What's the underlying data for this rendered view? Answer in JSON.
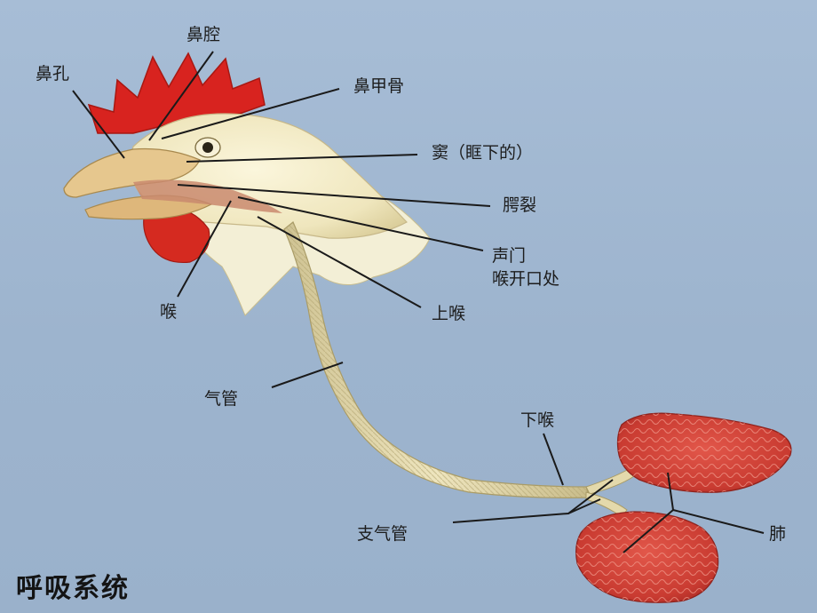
{
  "title": "呼吸系统",
  "labels": {
    "nostril": "鼻孔",
    "nasal_cavity": "鼻腔",
    "turbinate": "鼻甲骨",
    "sinus": "窦（眶下的）",
    "cleft": "腭裂",
    "glottis": "声门\n喉开口处",
    "larynx": "喉",
    "upper_larynx": "上喉",
    "trachea": "气管",
    "syrinx": "下喉",
    "bronchi": "支气管",
    "lung": "肺"
  },
  "colors": {
    "background": "#9fb6d0",
    "comb": "#d8231f",
    "wattle": "#d52a20",
    "head": "#f1ebc5",
    "beak": "#e6c78e",
    "trachea": "#ddd3a6",
    "lung": "#cc3b32",
    "leader_line": "#1a1a1a"
  }
}
